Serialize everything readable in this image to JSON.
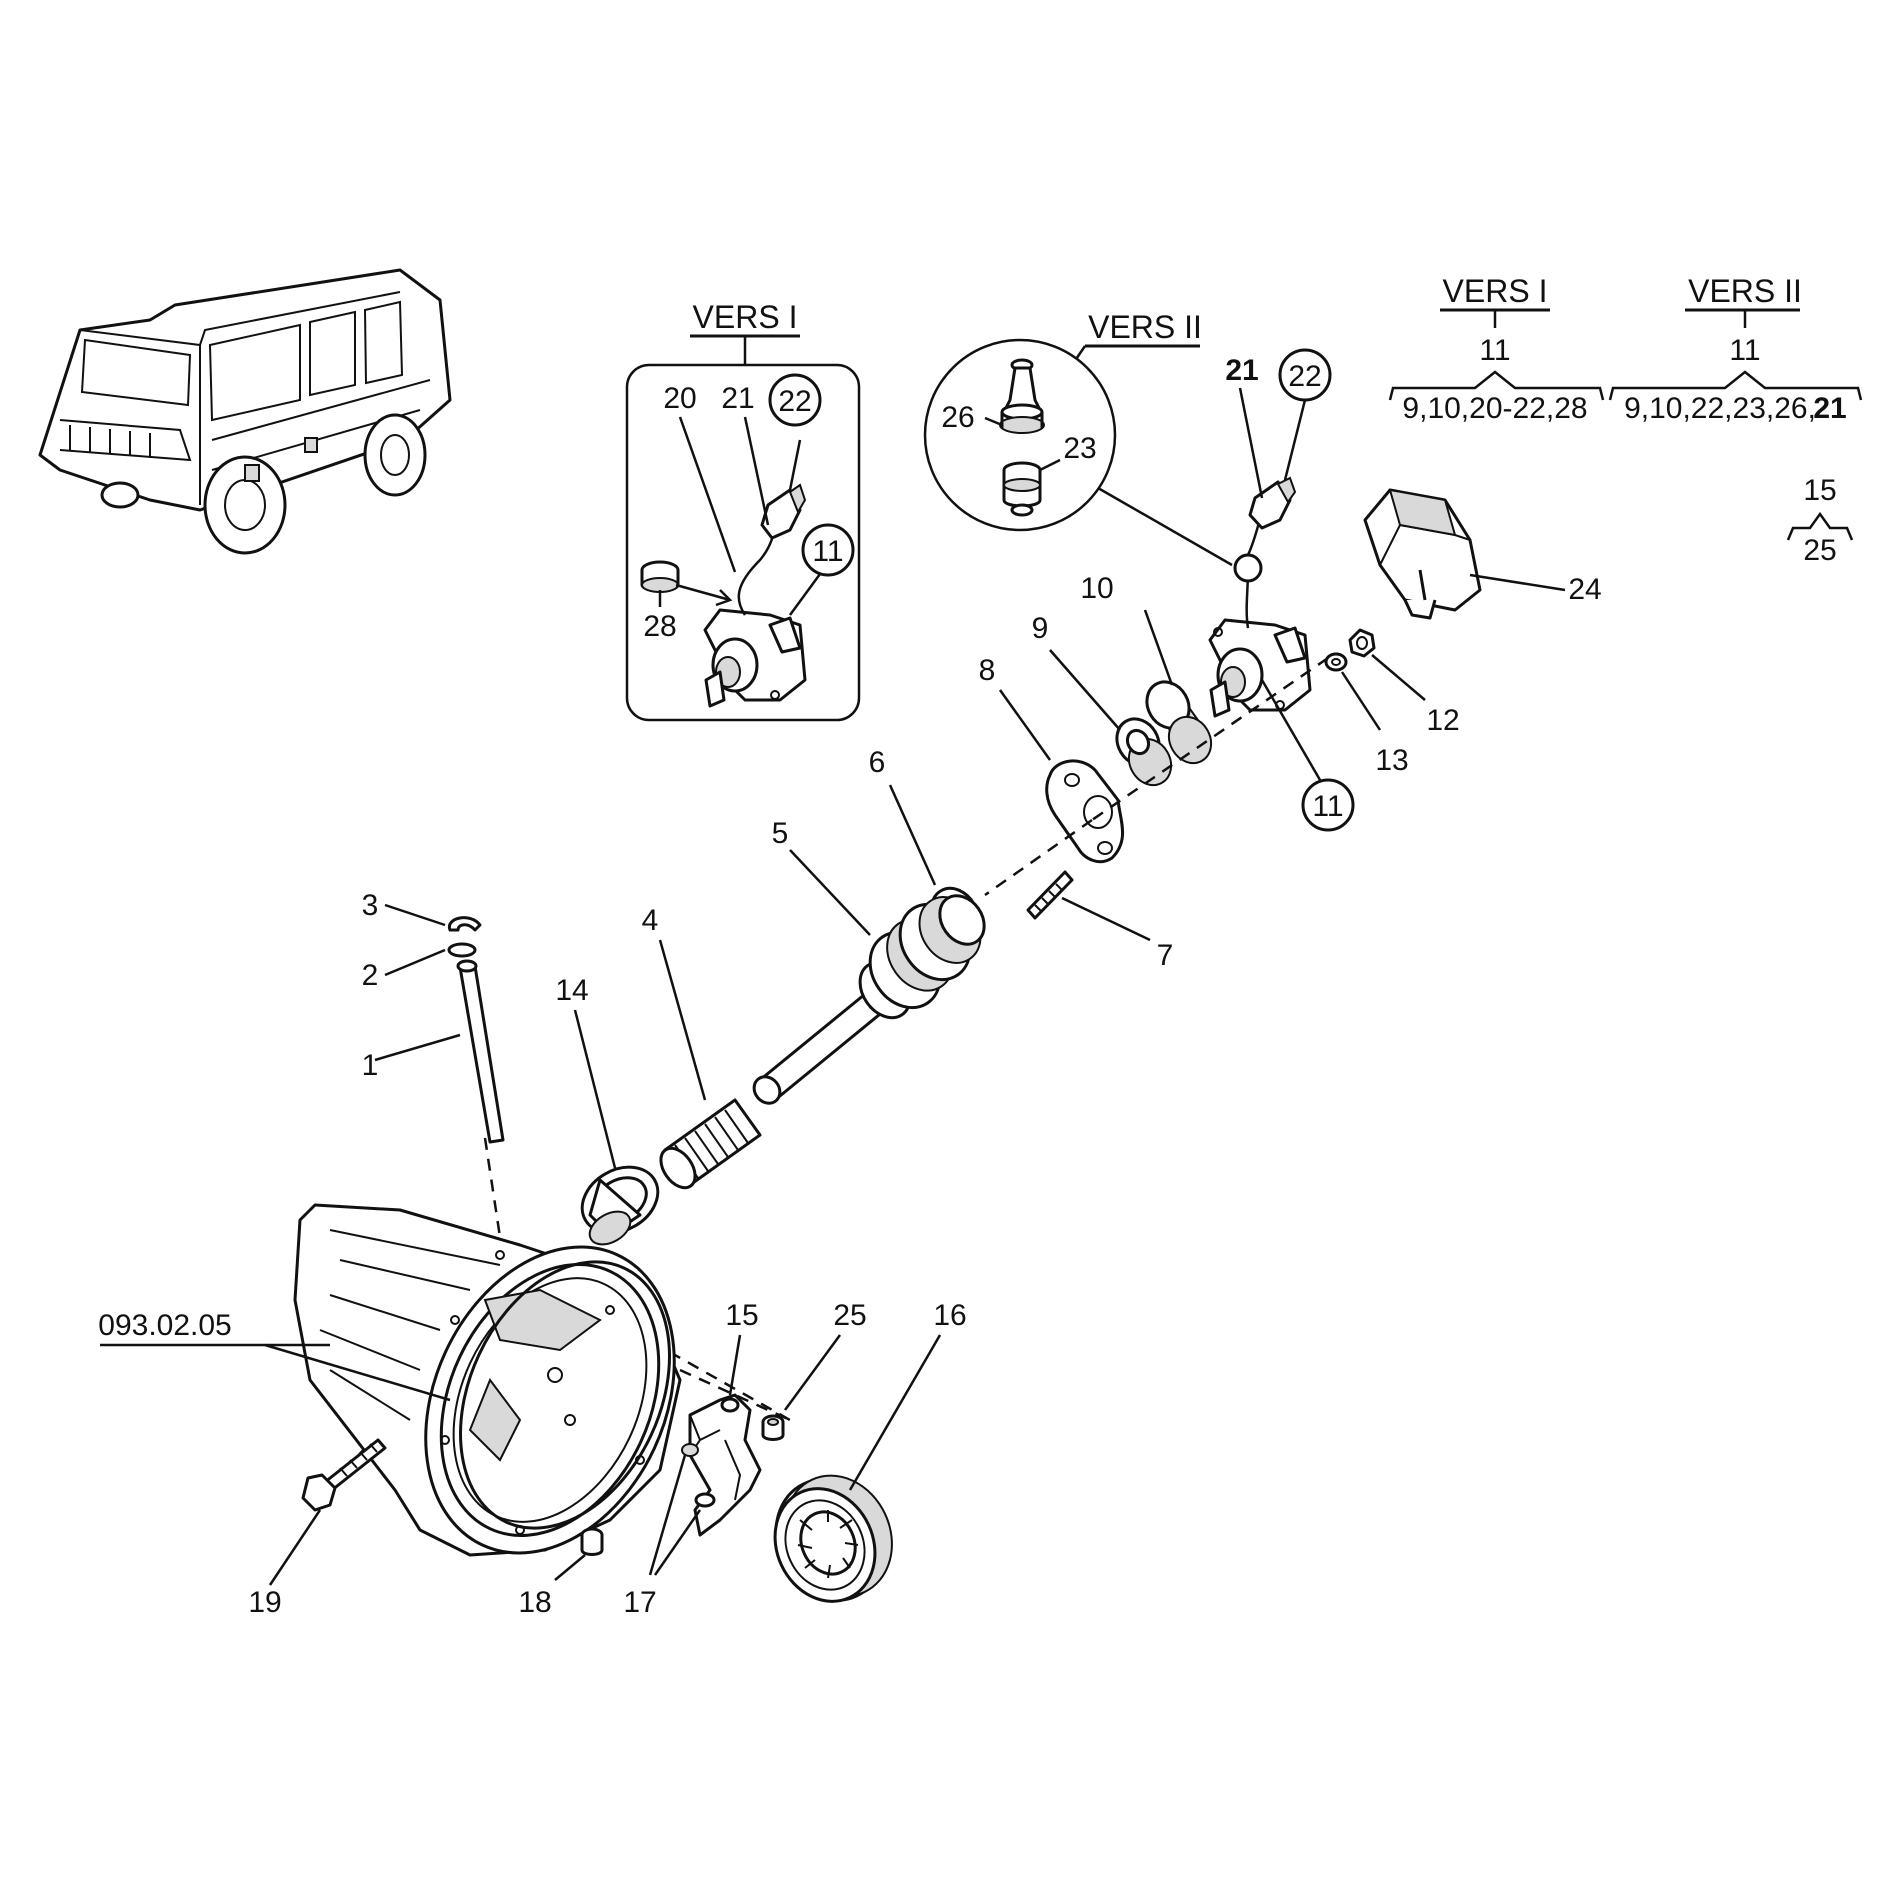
{
  "labels": {
    "p1": "1",
    "p2": "2",
    "p3": "3",
    "p4": "4",
    "p5": "5",
    "p6": "6",
    "p7": "7",
    "p8": "8",
    "p9": "9",
    "p10": "10",
    "p11": "11",
    "p12": "12",
    "p13": "13",
    "p14": "14",
    "p15": "15",
    "p16": "16",
    "p17": "17",
    "p18": "18",
    "p19": "19",
    "p24": "24",
    "p25": "25",
    "housing_ref": "093.02.05",
    "v1_20": "20",
    "v1_21": "21",
    "v1_22": "22",
    "v1_11": "11",
    "v1_28": "28",
    "v2_21": "21",
    "v2_22": "22",
    "v2_26": "26",
    "v2_23": "23"
  },
  "version_boxes": {
    "vers1_title": "VERS I",
    "vers2_title": "VERS II"
  },
  "legend": {
    "v1_title": "VERS I",
    "v1_head": "11",
    "v1_parts": "9,10,20-22,28",
    "v2_title": "VERS II",
    "v2_head": "11",
    "v2_parts_a": "9,10,22,23,26,",
    "v2_parts_b": "21",
    "kit_head": "15",
    "kit_parts": "25"
  }
}
